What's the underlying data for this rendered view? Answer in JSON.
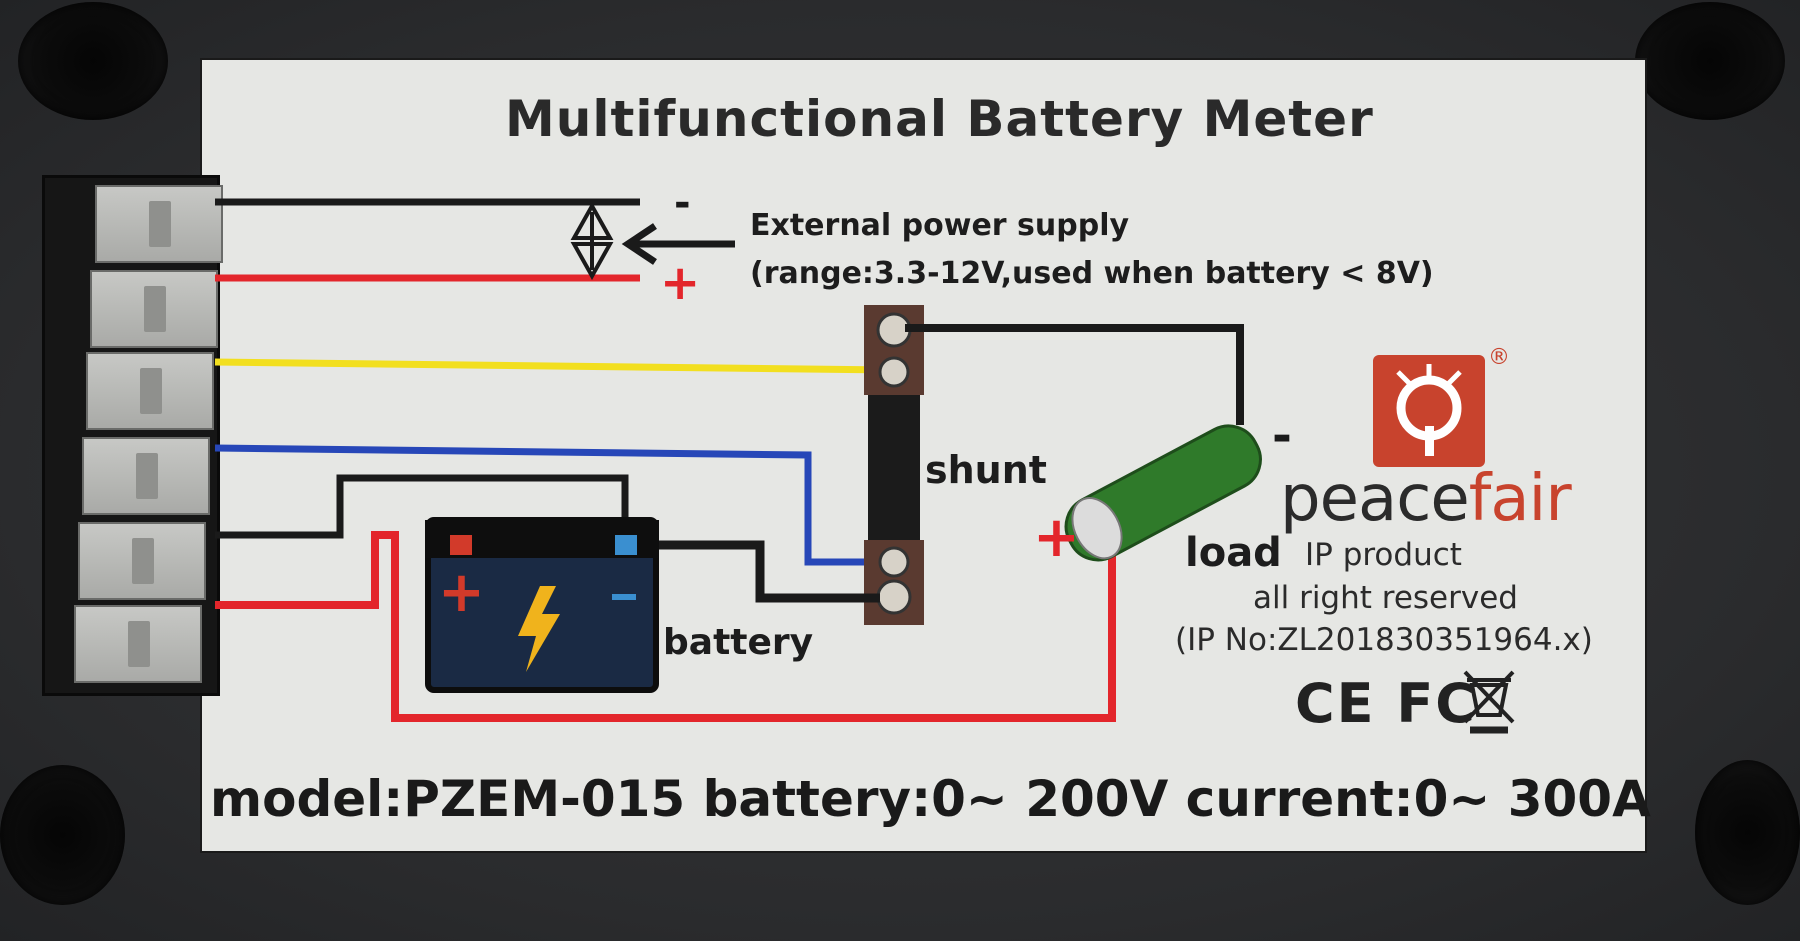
{
  "label": {
    "title": "Multifunctional Battery Meter",
    "external_supply_line1": "External power supply",
    "external_supply_line2": "(range:3.3-12V,used when battery < 8V)",
    "shunt": "shunt",
    "battery": "battery",
    "load": "load",
    "brand_main": "peace",
    "brand_accent": "fair",
    "brand_registered": "®",
    "ip_line1": "IP product",
    "ip_line2": "all right reserved",
    "ip_line3": "(IP No:ZL201830351964.x)",
    "certifications": "CE FC",
    "model_line": "model:PZEM-015 battery:0~ 200V current:0~ 300A"
  },
  "symbols": {
    "minus": "-",
    "plus": "+"
  },
  "colors": {
    "label_bg": "#e6e7e4",
    "wire_black": "#1a1a1a",
    "wire_red": "#e3262b",
    "wire_yellow": "#f2df1f",
    "wire_blue": "#2747b8",
    "brand_red": "#c8432d",
    "load_green": "#2f7a2a"
  }
}
